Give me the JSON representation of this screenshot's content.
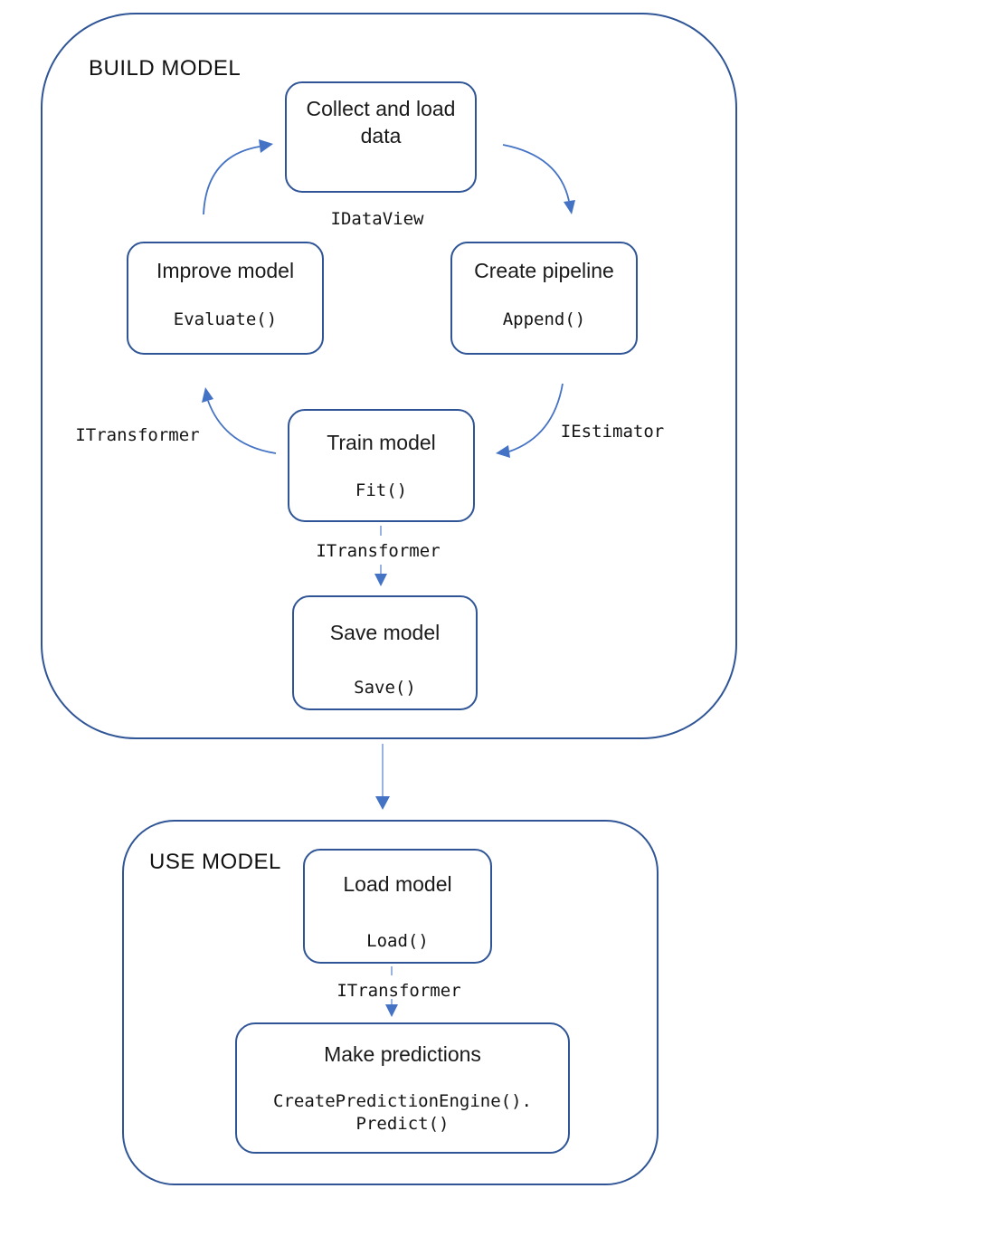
{
  "colors": {
    "box_border": "#2f5597",
    "container_border": "#2f5597",
    "arrow": "#4472c4",
    "arrow_light": "#8faadc",
    "text": "#1f1f1f"
  },
  "build_section": {
    "label": "BUILD MODEL",
    "nodes": {
      "collect": {
        "title": "Collect and load data"
      },
      "improve": {
        "title": "Improve model",
        "code": "Evaluate()"
      },
      "pipeline": {
        "title": "Create pipeline",
        "code": "Append()"
      },
      "train": {
        "title": "Train model",
        "code": "Fit()"
      },
      "save": {
        "title": "Save model",
        "code": "Save()"
      }
    },
    "edge_labels": {
      "idataview": "IDataView",
      "itransformer_left": "ITransformer",
      "iestimator": "IEstimator",
      "itransformer_down": "ITransformer"
    }
  },
  "use_section": {
    "label": "USE MODEL",
    "nodes": {
      "load": {
        "title": "Load model",
        "code": "Load()"
      },
      "predict": {
        "title": "Make predictions",
        "code_line1": "CreatePredictionEngine().",
        "code_line2": "Predict()"
      }
    },
    "edge_labels": {
      "itransformer": "ITransformer"
    }
  }
}
